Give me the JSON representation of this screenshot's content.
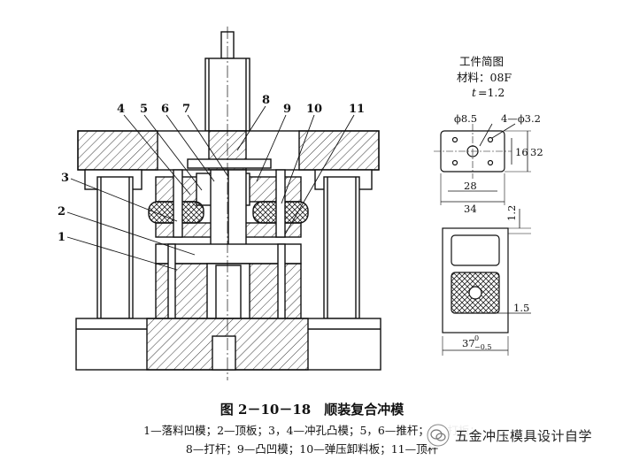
{
  "part_numbers": [
    "1",
    "2",
    "3",
    "4",
    "5",
    "6",
    "7",
    "8",
    "9",
    "10",
    "11"
  ],
  "workpiece": {
    "title": "工件简图",
    "material": "材料：08F",
    "thickness_symbol": "t",
    "thickness_value": "=1.2"
  },
  "dimensions": {
    "hole_dia": "ϕ8.5",
    "holes_4": "4—ϕ3.2",
    "d16": "16",
    "d32": "32",
    "d28": "28",
    "d34": "34",
    "d1_2": "1.2",
    "d1_5": "1.5",
    "d37": "37",
    "d37_upper": "0",
    "d37_lower": "−0.5"
  },
  "caption": {
    "title": "图 2－10－18　顺装复合冲模",
    "line1": "1—落料凹模；2—顶板；3，4—冲孔凸模；5，6—推杆；7—打板；",
    "line2": "8—打杆；9—凸凹模；10—弹压卸料板；11—顶杆"
  },
  "watermark": {
    "text": "五金冲压模具设计自学"
  }
}
